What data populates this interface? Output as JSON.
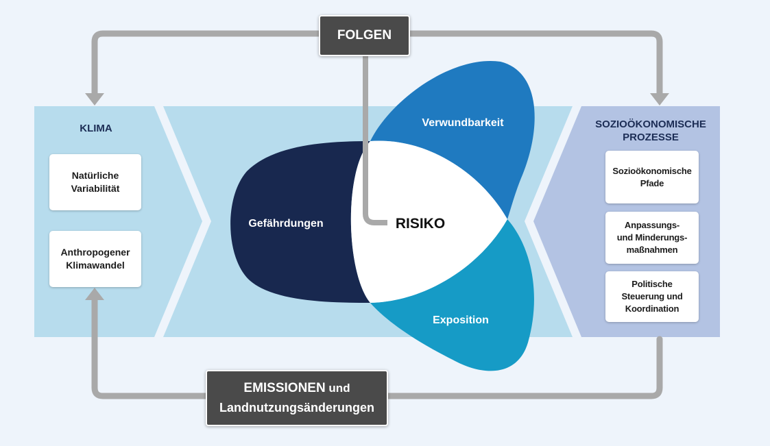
{
  "colors": {
    "background": "#eef4fb",
    "klima_panel": "#b7dced",
    "socio_panel": "#b3c3e3",
    "arrow_gray": "#a9a9a9",
    "dark_box": "#4a4a4a",
    "petal_gefaehrdungen": "#18284f",
    "petal_verwundbarkeit": "#1f7ac0",
    "petal_exposition": "#169bc6",
    "title_navy": "#1c2d55"
  },
  "folgen": {
    "label": "FOLGEN"
  },
  "emissionen": {
    "label_bold": "EMISSIONEN",
    "label_rest": " und",
    "line2": "Landnutzungsänderungen"
  },
  "klima": {
    "title": "KLIMA",
    "items": [
      "Natürliche\nVariabilität",
      "Anthropogener\nKlimawandel"
    ]
  },
  "socio": {
    "title": "SOZIOÖKONOMISCHE\nPROZESSE",
    "items": [
      "Sozioökonomische\nPfade",
      "Anpassungs-\nund Minderungs-\nmaßnahmen",
      "Politische\nSteuerung und\nKoordination"
    ]
  },
  "petals": {
    "gefaehrdungen": "Gefährdungen",
    "verwundbarkeit": "Verwundbarkeit",
    "exposition": "Exposition",
    "center": "RISIKO"
  }
}
